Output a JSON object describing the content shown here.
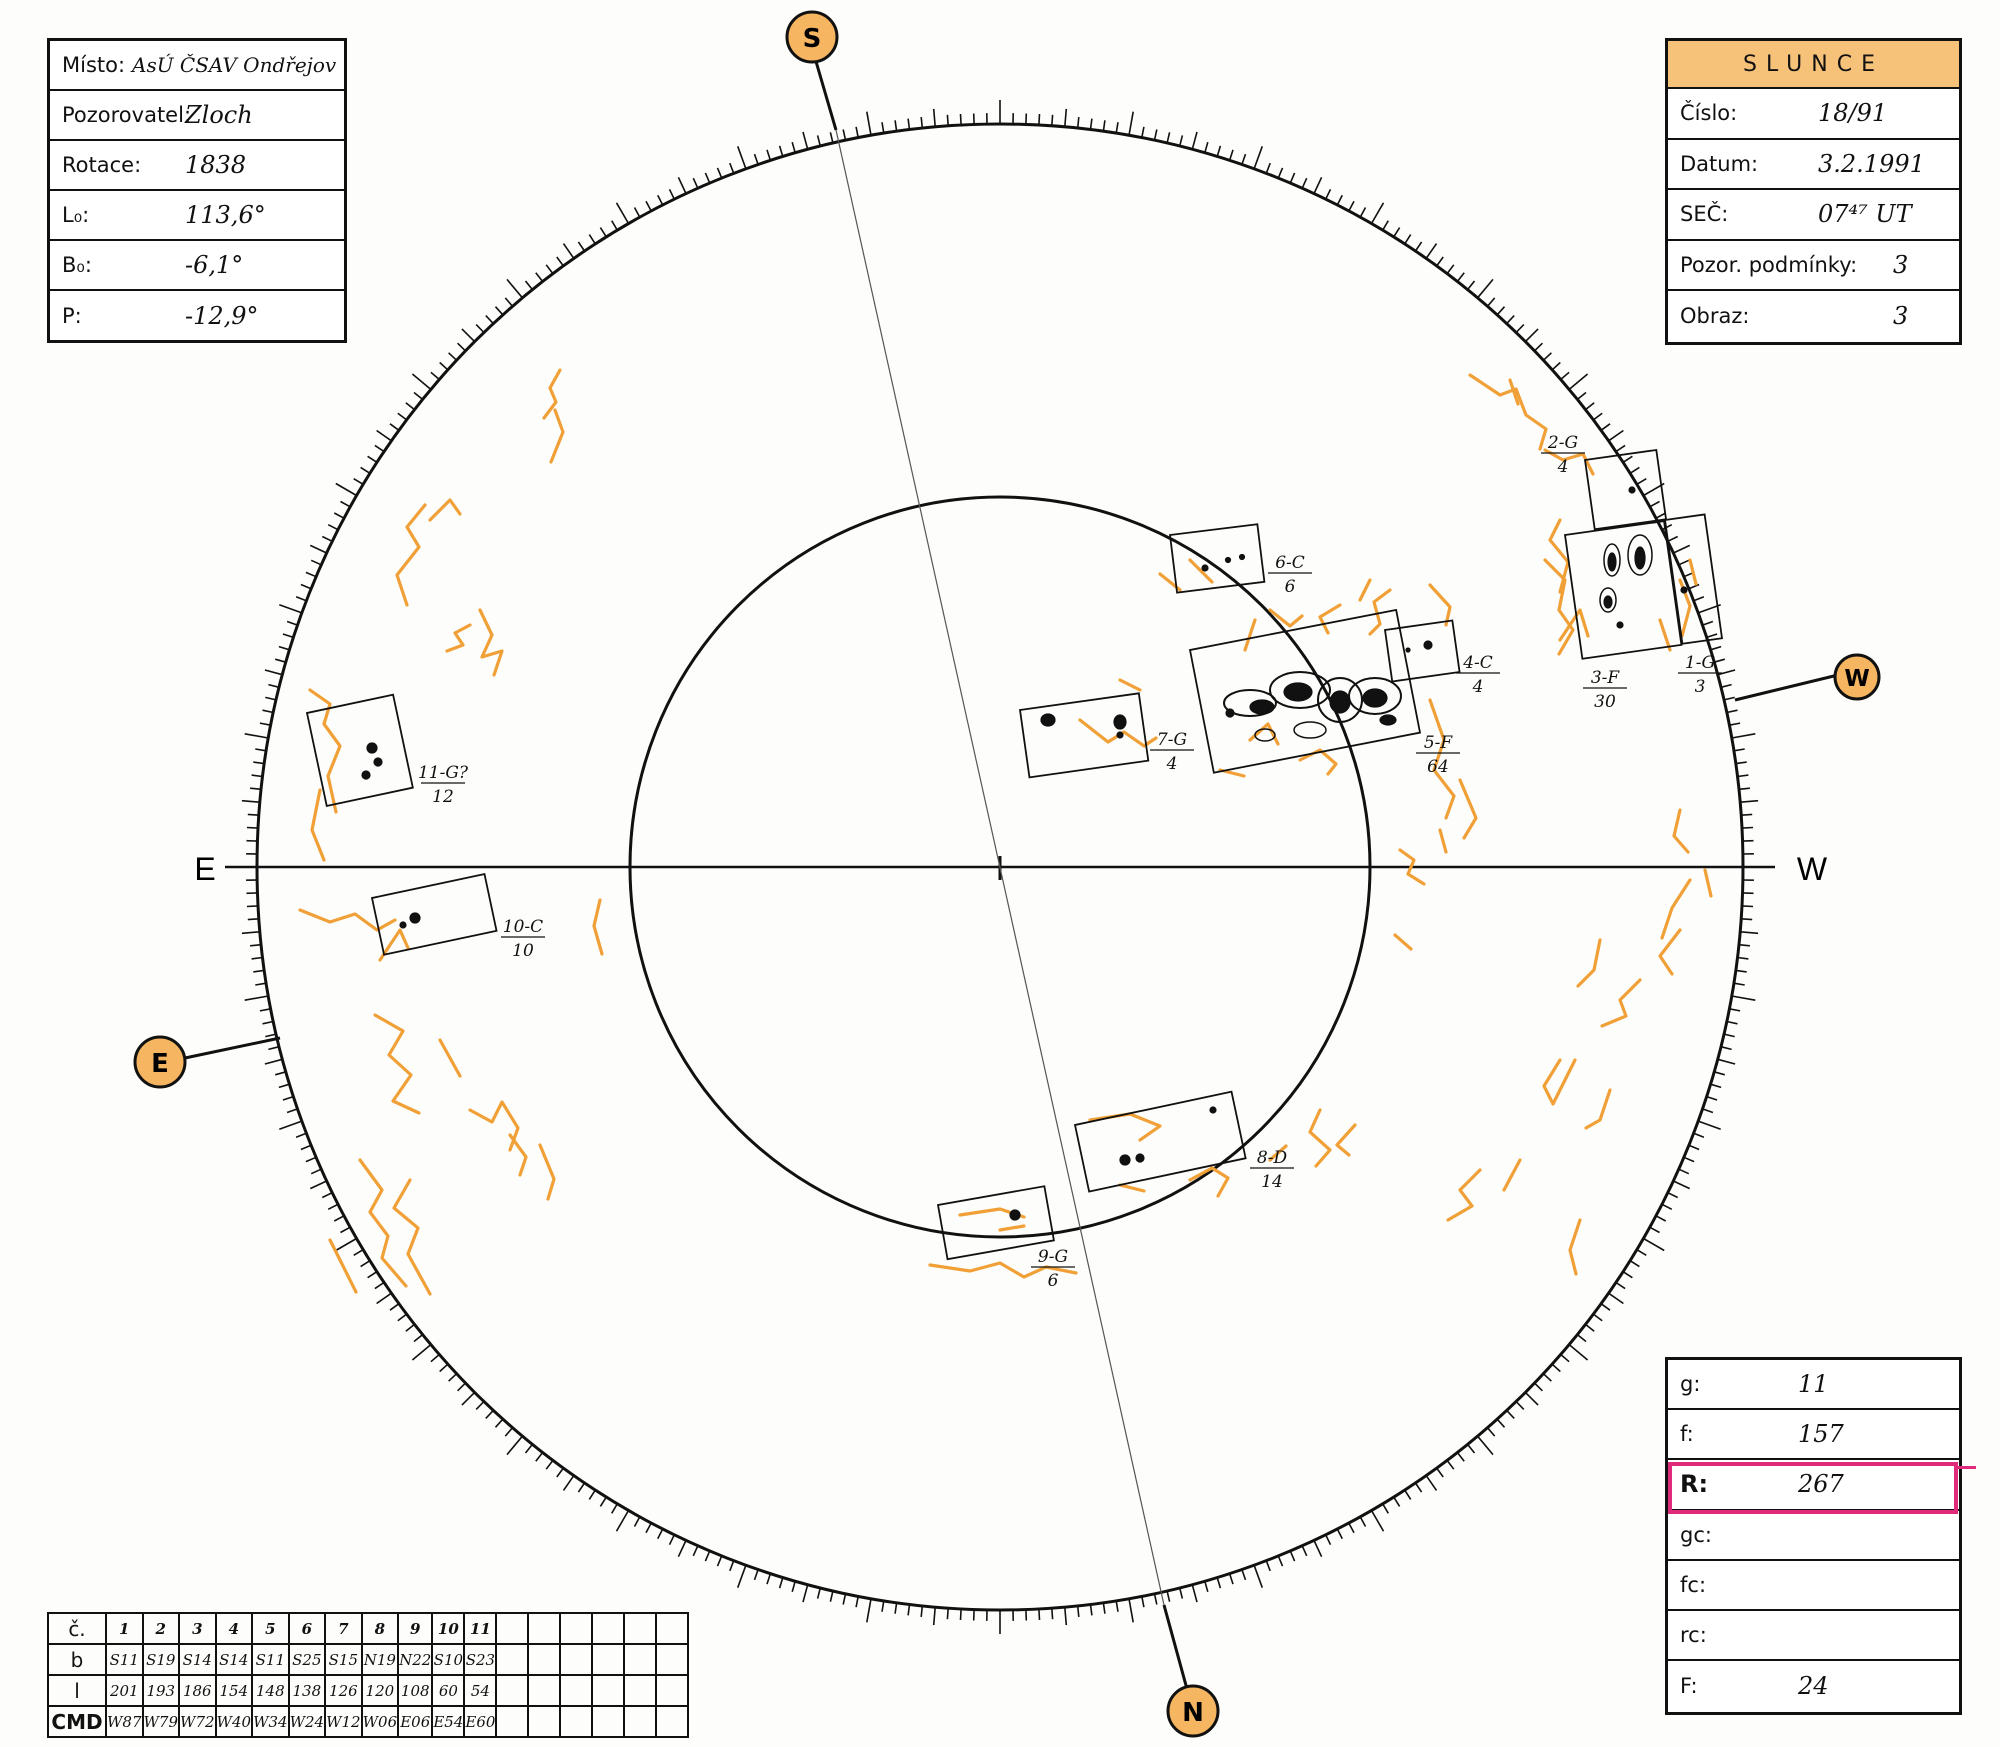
{
  "colors": {
    "ink": "#111111",
    "facula": "#f0a036",
    "badge": "#f6b560",
    "highlight": "#e02a7a"
  },
  "left_info": {
    "rows": [
      {
        "label": "Místo:",
        "value": "AsÚ ČSAV Ondřejov"
      },
      {
        "label": "Pozorovatel:",
        "value": "Zloch"
      },
      {
        "label": "Rotace:",
        "value": "1838"
      },
      {
        "label": "L₀:",
        "value": "113,6°"
      },
      {
        "label": "B₀:",
        "value": "-6,1°"
      },
      {
        "label": "P:",
        "value": "-12,9°"
      }
    ]
  },
  "right_info": {
    "title": "SLUNCE",
    "rows": [
      {
        "label": "Číslo:",
        "value": "18/91"
      },
      {
        "label": "Datum:",
        "value": "3.2.1991"
      },
      {
        "label": "SEČ:",
        "value": "07⁴⁷ UT"
      },
      {
        "label": "Pozor. podmínky:",
        "value": "3"
      },
      {
        "label": "Obraz:",
        "value": "3"
      }
    ]
  },
  "stats": {
    "rows": [
      {
        "label": "g:",
        "value": "11"
      },
      {
        "label": "f:",
        "value": "157"
      },
      {
        "label": "R:",
        "value": "267"
      },
      {
        "label": "gc:",
        "value": ""
      },
      {
        "label": "fc:",
        "value": ""
      },
      {
        "label": "rc:",
        "value": ""
      },
      {
        "label": "F:",
        "value": "24"
      }
    ]
  },
  "groups_table": {
    "row_headers": [
      "č.",
      "b",
      "l",
      "CMD"
    ],
    "numbers": [
      "1",
      "2",
      "3",
      "4",
      "5",
      "6",
      "7",
      "8",
      "9",
      "10",
      "11"
    ],
    "b": [
      "S11",
      "S19",
      "S14",
      "S14",
      "S11",
      "S25",
      "S15",
      "N19",
      "N22",
      "S10",
      "S23"
    ],
    "l": [
      "201",
      "193",
      "186",
      "154",
      "148",
      "138",
      "126",
      "120",
      "108",
      "60",
      "54"
    ],
    "cmd": [
      "W87",
      "W79",
      "W72",
      "W40",
      "W34",
      "W24",
      "W12",
      "W06",
      "E06",
      "E54",
      "E60"
    ]
  },
  "compass": {
    "S": "S",
    "N": "N",
    "E_axis": "E",
    "W_axis": "W",
    "E_badge": "E",
    "W_badge": "W"
  },
  "spot_groups": [
    {
      "id": "2-G",
      "count": "4"
    },
    {
      "id": "3-F",
      "count": "30"
    },
    {
      "id": "1-G",
      "count": "3"
    },
    {
      "id": "6-C",
      "count": "6"
    },
    {
      "id": "4-C",
      "count": "4"
    },
    {
      "id": "5-F",
      "count": "64"
    },
    {
      "id": "7-G",
      "count": "4"
    },
    {
      "id": "11-G?",
      "count": "12"
    },
    {
      "id": "10-C",
      "count": "10"
    },
    {
      "id": "8-D",
      "count": "14"
    },
    {
      "id": "9-G",
      "count": "6"
    }
  ]
}
